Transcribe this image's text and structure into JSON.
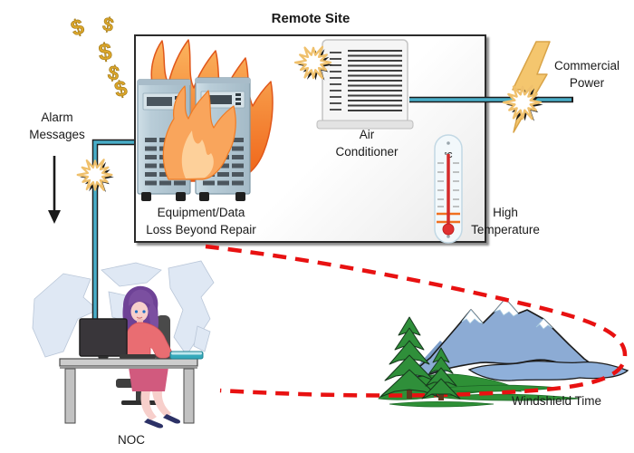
{
  "header": {
    "title": "Remote Site"
  },
  "remote_site": {
    "equipment_label": {
      "line1": "Equipment/Data",
      "line2": "Loss Beyond Repair"
    },
    "ac_label": {
      "line1": "Air",
      "line2": "Conditioner"
    },
    "high_temp_label": {
      "line1": "High",
      "line2": "Temperature"
    },
    "thermometer_unit": "°C"
  },
  "annotations": {
    "commercial_power": {
      "line1": "Commercial",
      "line2": "Power"
    },
    "alarm": {
      "line1": "Alarm",
      "line2": "Messages"
    },
    "noc_label": "NOC",
    "windshield_label": "Windshield Time",
    "money_symbol": "$"
  },
  "colors": {
    "cable_teal": "#49aec9",
    "flame_orange": "#f5863a",
    "dashed_loop_red": "#e81111",
    "money_gold": "#dca62a",
    "mountain_blue": "#8cabd4",
    "pine_green": "#2f8f3a",
    "rack_blue": "#b9cdd8"
  }
}
